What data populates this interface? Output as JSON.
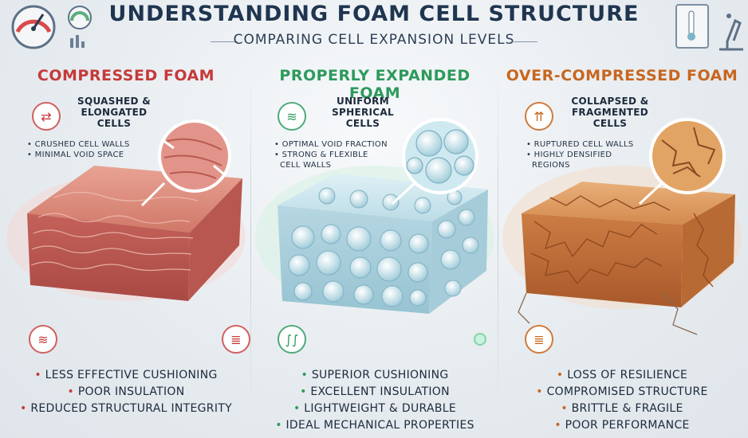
{
  "header": {
    "title": "UNDERSTANDING FOAM CELL STRUCTURE",
    "subtitle": "COMPARING CELL EXPANSION LEVELS",
    "left_icon": "gauge-icon",
    "right_icon": "thermometer-microscope-icon"
  },
  "colors": {
    "compressed": "#c53a3a",
    "expanded": "#2d9a5c",
    "over_compressed": "#c8661f"
  },
  "panels": [
    {
      "heading": "COMPRESSED FOAM",
      "callout": [
        "SQUASHED &",
        "ELONGATED",
        "CELLS"
      ],
      "notes": [
        "• CRUSHED CELL WALLS",
        "• MINIMAL VOID SPACE"
      ],
      "bullets": [
        "LESS EFFECTIVE CUSHIONING",
        "POOR INSULATION",
        "REDUCED STRUCTURAL INTEGRITY"
      ],
      "icons": [
        "compress-arrows-icon",
        "airflow-icon",
        "spring-icon"
      ]
    },
    {
      "heading": "PROPERLY EXPANDED FOAM",
      "callout": [
        "UNIFORM",
        "SPHERICAL",
        "CELLS"
      ],
      "notes": [
        "• OPTIMAL VOID FRACTION",
        "• STRONG & FLEXIBLE",
        "  CELL WALLS"
      ],
      "bullets": [
        "SUPERIOR CUSHIONING",
        "EXCELLENT INSULATION",
        "LIGHTWEIGHT & DURABLE",
        "IDEAL MECHANICAL PROPERTIES"
      ],
      "icons": [
        "airflow-icon",
        "heat-waves-icon"
      ]
    },
    {
      "heading": "OVER-COMPRESSED FOAM",
      "callout": [
        "COLLAPSED &",
        "FRAGMENTED",
        "CELLS"
      ],
      "notes": [
        "• RUPTURED CELL WALLS",
        "• HIGHLY DENSIFIED",
        "  REGIONS"
      ],
      "bullets": [
        "LOSS OF RESILIENCE",
        "COMPROMISED STRUCTURE",
        "BRITTLE & FRAGILE",
        "POOR PERFORMANCE"
      ],
      "icons": [
        "up-arrows-icon",
        "broken-spring-icon"
      ]
    }
  ]
}
